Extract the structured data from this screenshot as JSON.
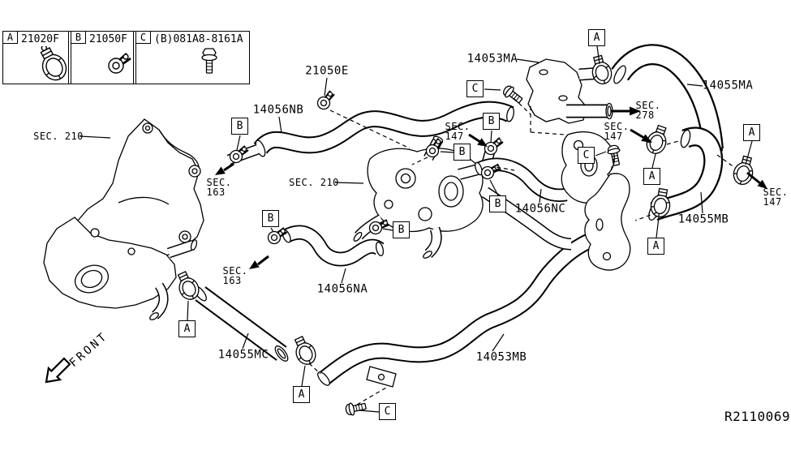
{
  "colors": {
    "ink": "#000000",
    "paper": "#ffffff"
  },
  "legend": {
    "items": [
      {
        "letter": "A",
        "code": "21020F",
        "icon": "hose-clamp-icon"
      },
      {
        "letter": "B",
        "code": "21050F",
        "icon": "spring-clamp-icon"
      },
      {
        "letter": "C",
        "code": "(B)081A8-8161A",
        "icon": "flange-bolt-icon"
      }
    ]
  },
  "labels": {
    "parts": [
      {
        "text": "21050E"
      },
      {
        "text": "14056NB"
      },
      {
        "text": "14053MA"
      },
      {
        "text": "14055MA"
      },
      {
        "text": "14055MB"
      },
      {
        "text": "14056NC"
      },
      {
        "text": "14056NA"
      },
      {
        "text": "14055MC"
      },
      {
        "text": "14053MB"
      }
    ],
    "sections": [
      {
        "line1": "SEC. 210",
        "line2": ""
      },
      {
        "line1": "SEC. 210",
        "line2": ""
      },
      {
        "line1": "SEC.",
        "line2": "147"
      },
      {
        "line1": "SEC.",
        "line2": "147"
      },
      {
        "line1": "SEC.",
        "line2": "278"
      },
      {
        "line1": "SEC.",
        "line2": "147"
      },
      {
        "line1": "SEC.",
        "line2": "163"
      },
      {
        "line1": "SEC.",
        "line2": "163"
      }
    ],
    "front": "FRONT",
    "drawing_number": "R2110069"
  },
  "callouts": [
    {
      "letter": "A"
    },
    {
      "letter": "A"
    },
    {
      "letter": "A"
    },
    {
      "letter": "A"
    },
    {
      "letter": "A"
    },
    {
      "letter": "A"
    },
    {
      "letter": "B"
    },
    {
      "letter": "B"
    },
    {
      "letter": "B"
    },
    {
      "letter": "B"
    },
    {
      "letter": "B"
    },
    {
      "letter": "B"
    },
    {
      "letter": "C"
    },
    {
      "letter": "C"
    },
    {
      "letter": "C"
    }
  ]
}
